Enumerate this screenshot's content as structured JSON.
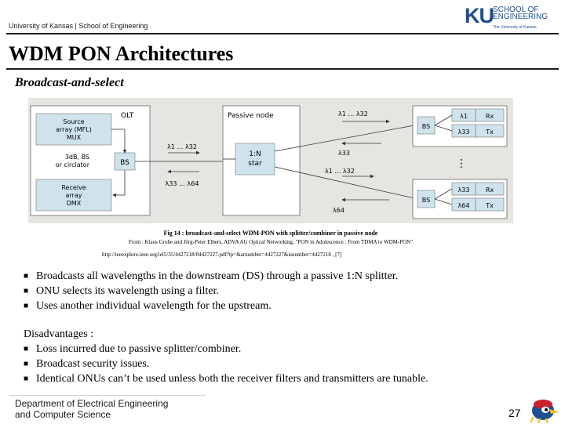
{
  "header": {
    "institution": "University of Kansas | School of Engineering",
    "logo_ku": "KU",
    "logo_school_line1": "SCHOOL OF",
    "logo_school_line2": "ENGINEERING",
    "logo_tagline": "The University of Kansas"
  },
  "slide": {
    "title": "WDM PON Architectures",
    "subtitle": "Broadcast-and-select"
  },
  "figure": {
    "olt_label": "OLT",
    "source_array": [
      "Source",
      "array (MFL)",
      "MUX"
    ],
    "splitter_option": [
      "3dB, BS",
      "or circlator"
    ],
    "olt_bs": "BS",
    "receive_array": [
      "Receive",
      "array",
      "DMX"
    ],
    "passive_node_label": "Passive node",
    "star": [
      "1:N",
      "star"
    ],
    "lambda_ds_olt": "λ1 … λ32",
    "lambda_us_olt": "λ33 … λ64",
    "lambda_ds_top": "λ1 … λ32",
    "lambda_33": "λ33",
    "lambda_ds_mid": "λ1 … λ32",
    "lambda_64": "λ64",
    "onu_top": {
      "bs": "BS",
      "rx_lambda": "λ1",
      "tx_lambda": "λ33",
      "rx": "Rx",
      "tx": "Tx"
    },
    "onu_bottom": {
      "bs": "BS",
      "rx_lambda": "λ33",
      "tx_lambda": "λ64",
      "rx": "Rx",
      "tx": "Tx"
    },
    "ellipsis": "⋮"
  },
  "caption": {
    "line1": "Fig 14 : broadcast-and-select WDM-PON with splitter/combiner in passive node",
    "line2": "From : Klaus Grobe and Jörg-Peter Elbers, ADVA AG Optical Networking, \"PON in Adolescence : From TDMA to WDM-PON\"",
    "line3": "http://ieeexplore.ieee.org/iel5/35/4427218/04427227.pdf?tp=&arnumber=4427227&isnumber=4427218 ,  [7]"
  },
  "bullets": [
    "Broadcasts all wavelengths in the downstream (DS) through a passive 1:N splitter.",
    "ONU selects its wavelength using a filter.",
    "Uses another individual wavelength for the upstream."
  ],
  "disadvantages": {
    "heading": "Disadvantages :",
    "items": [
      "Loss incurred due to passive splitter/combiner.",
      "Broadcast security issues.",
      "Identical ONUs can’t be used unless both the receiver filters and transmitters are tunable."
    ]
  },
  "footer": {
    "line1": "Department of Electrical Engineering",
    "line2": "and Computer Science",
    "page_number": "27"
  },
  "colors": {
    "ku_blue": "#1d4f91",
    "diagram_box": "#cfe3ec",
    "diagram_bg": "#e6e5e1"
  }
}
